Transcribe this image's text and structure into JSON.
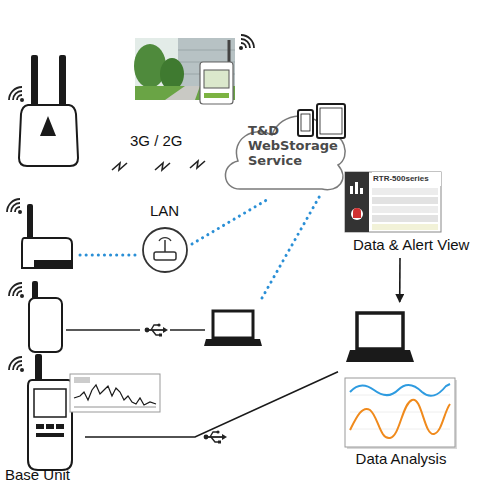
{
  "diagram": {
    "nodes": [
      {
        "text": [
          "T&D WebStorage Service"
        ]
      },
      {
        "text": [
          "RTR-500series",
          "Data & Alert View"
        ]
      },
      {
        "text": [
          "Data Analysis"
        ]
      },
      {
        "text": [
          "Base Unit"
        ]
      }
    ],
    "edges": [
      {
        "from": 1,
        "to": 2,
        "arrow": "to"
      },
      {
        "from": 3,
        "to": 2,
        "arrow": "none"
      }
    ],
    "labels": [
      "3G / 2G",
      "LAN"
    ]
  }
}
